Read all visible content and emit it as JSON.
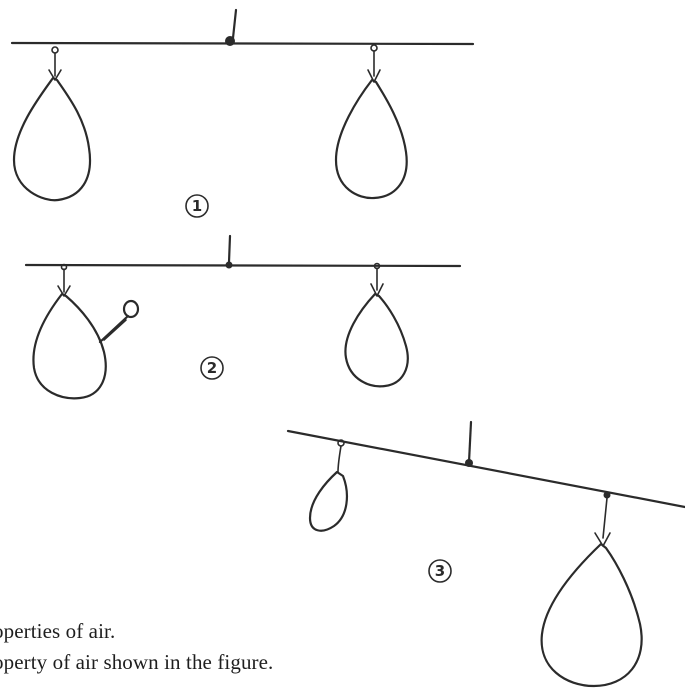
{
  "figures": [
    {
      "id": "balance-1",
      "marker": "1"
    },
    {
      "id": "balance-2",
      "marker": "2"
    },
    {
      "id": "balance-3",
      "marker": "3"
    }
  ],
  "captions": [
    "operties of air.",
    "operty of air shown in the figure."
  ]
}
